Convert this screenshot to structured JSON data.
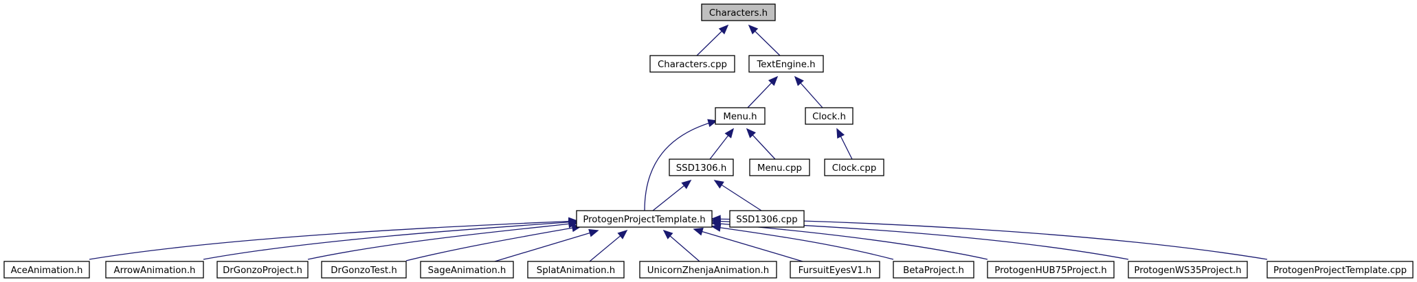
{
  "diagram": {
    "nodes": [
      {
        "id": "characters_h",
        "label": "Characters.h",
        "highlighted": true
      },
      {
        "id": "characters_cpp",
        "label": "Characters.cpp"
      },
      {
        "id": "textengine_h",
        "label": "TextEngine.h"
      },
      {
        "id": "menu_h",
        "label": "Menu.h"
      },
      {
        "id": "clock_h",
        "label": "Clock.h"
      },
      {
        "id": "ssd1306_h",
        "label": "SSD1306.h"
      },
      {
        "id": "menu_cpp",
        "label": "Menu.cpp"
      },
      {
        "id": "clock_cpp",
        "label": "Clock.cpp"
      },
      {
        "id": "protogen_template_h",
        "label": "ProtogenProjectTemplate.h"
      },
      {
        "id": "ssd1306_cpp",
        "label": "SSD1306.cpp"
      },
      {
        "id": "ace_animation_h",
        "label": "AceAnimation.h"
      },
      {
        "id": "arrow_animation_h",
        "label": "ArrowAnimation.h"
      },
      {
        "id": "drgonzo_project_h",
        "label": "DrGonzoProject.h"
      },
      {
        "id": "drgonzo_test_h",
        "label": "DrGonzoTest.h"
      },
      {
        "id": "sage_animation_h",
        "label": "SageAnimation.h"
      },
      {
        "id": "splat_animation_h",
        "label": "SplatAnimation.h"
      },
      {
        "id": "unicorn_zhenja_animation_h",
        "label": "UnicornZhenjaAnimation.h"
      },
      {
        "id": "fursuit_eyes_v1_h",
        "label": "FursuitEyesV1.h"
      },
      {
        "id": "beta_project_h",
        "label": "BetaProject.h"
      },
      {
        "id": "protogen_hub75_project_h",
        "label": "ProtogenHUB75Project.h"
      },
      {
        "id": "protogen_ws35_project_h",
        "label": "ProtogenWS35Project.h"
      },
      {
        "id": "protogen_template_cpp",
        "label": "ProtogenProjectTemplate.cpp"
      }
    ],
    "edges": [
      {
        "from": "characters_cpp",
        "to": "characters_h"
      },
      {
        "from": "textengine_h",
        "to": "characters_h"
      },
      {
        "from": "menu_h",
        "to": "textengine_h"
      },
      {
        "from": "clock_h",
        "to": "textengine_h"
      },
      {
        "from": "ssd1306_h",
        "to": "menu_h"
      },
      {
        "from": "menu_cpp",
        "to": "menu_h"
      },
      {
        "from": "protogen_template_h",
        "to": "menu_h"
      },
      {
        "from": "clock_cpp",
        "to": "clock_h"
      },
      {
        "from": "protogen_template_h",
        "to": "ssd1306_h"
      },
      {
        "from": "ssd1306_cpp",
        "to": "ssd1306_h"
      },
      {
        "from": "ace_animation_h",
        "to": "protogen_template_h"
      },
      {
        "from": "arrow_animation_h",
        "to": "protogen_template_h"
      },
      {
        "from": "drgonzo_project_h",
        "to": "protogen_template_h"
      },
      {
        "from": "drgonzo_test_h",
        "to": "protogen_template_h"
      },
      {
        "from": "sage_animation_h",
        "to": "protogen_template_h"
      },
      {
        "from": "splat_animation_h",
        "to": "protogen_template_h"
      },
      {
        "from": "unicorn_zhenja_animation_h",
        "to": "protogen_template_h"
      },
      {
        "from": "fursuit_eyes_v1_h",
        "to": "protogen_template_h"
      },
      {
        "from": "beta_project_h",
        "to": "protogen_template_h"
      },
      {
        "from": "protogen_hub75_project_h",
        "to": "protogen_template_h"
      },
      {
        "from": "protogen_ws35_project_h",
        "to": "protogen_template_h"
      },
      {
        "from": "protogen_template_cpp",
        "to": "protogen_template_h"
      }
    ],
    "colors": {
      "edge": "#191970",
      "highlight_fill": "#bfbfbf",
      "node_fill": "#ffffff",
      "node_border": "#000000"
    }
  }
}
